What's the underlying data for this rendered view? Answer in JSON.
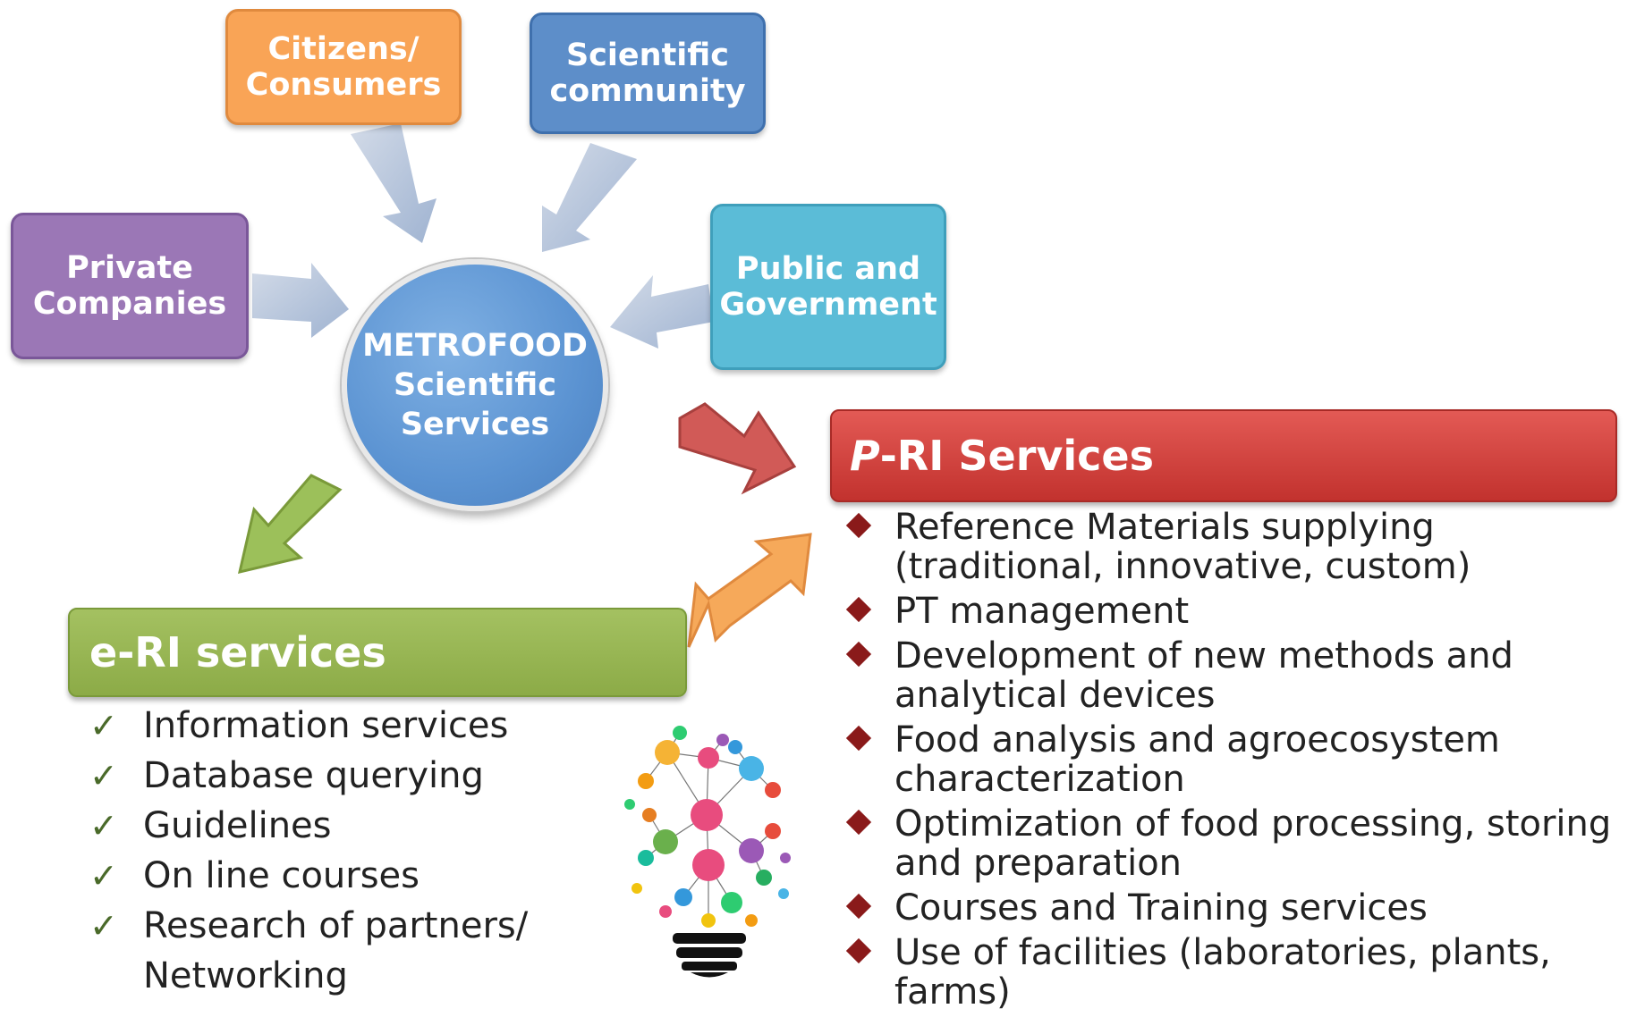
{
  "stakeholders": {
    "citizens": "Citizens/\nConsumers",
    "scientific": "Scientific\ncommunity",
    "private": "Private\nCompanies",
    "public": "Public and\nGovernment"
  },
  "center": "METROFOOD\nScientific\nServices",
  "pri": {
    "title_prefix": "P",
    "title_rest": "-RI Services",
    "items": [
      "Reference Materials supplying (traditional, innovative, custom)",
      "PT management",
      "Development of new methods and analytical devices",
      "Food analysis and agroecosystem characterization",
      "Optimization of food processing, storing and preparation",
      "Courses and Training services",
      "Use of facilities (laboratories, plants, farms)"
    ]
  },
  "eri": {
    "title": "e-RI services",
    "items": [
      "Information services",
      "Database querying",
      "Guidelines",
      "On line courses",
      "Research of partners/ Networking"
    ]
  },
  "colors": {
    "citizens": "#f9a456",
    "scientific": "#5d8ec9",
    "private": "#9b77b6",
    "public": "#5bbcd7",
    "pri": "#d4413c",
    "eri": "#9bb855"
  },
  "icons": [
    "lightbulb-icon",
    "check-icon",
    "diamond-bullet-icon"
  ]
}
